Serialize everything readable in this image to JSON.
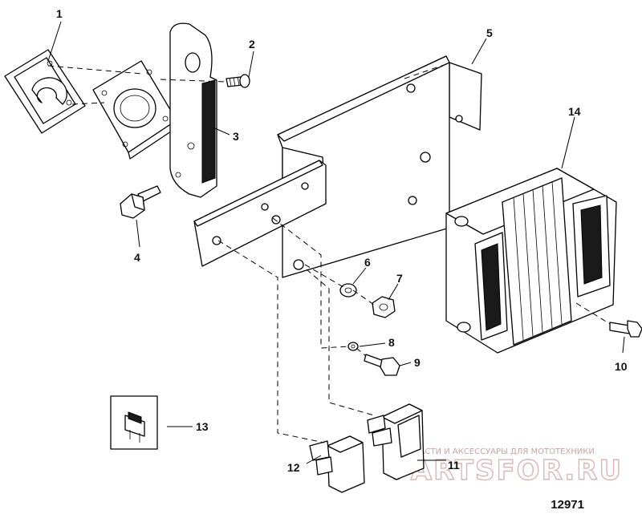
{
  "callouts": [
    {
      "id": "1",
      "label": "1"
    },
    {
      "id": "2",
      "label": "2"
    },
    {
      "id": "3",
      "label": "3"
    },
    {
      "id": "4",
      "label": "4"
    },
    {
      "id": "5",
      "label": "5"
    },
    {
      "id": "6",
      "label": "6"
    },
    {
      "id": "7",
      "label": "7"
    },
    {
      "id": "8",
      "label": "8"
    },
    {
      "id": "9",
      "label": "9"
    },
    {
      "id": "10",
      "label": "10"
    },
    {
      "id": "11",
      "label": "11"
    },
    {
      "id": "12",
      "label": "12"
    },
    {
      "id": "13",
      "label": "13"
    },
    {
      "id": "14",
      "label": "14"
    }
  ],
  "figure_number": "12971",
  "watermark": {
    "tagline": "ЗАПЧАСТИ И АКСЕССУАРЫ ДЛЯ МОТОТЕХНИКИ",
    "brand": "PARTSFOR.RU"
  }
}
